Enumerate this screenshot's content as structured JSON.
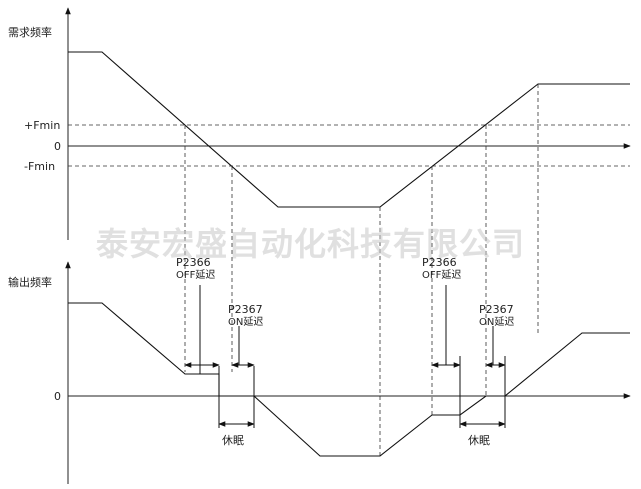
{
  "top_chart": {
    "ylabel": "需求频率",
    "levels": {
      "plus_fmin": "+Fmin",
      "zero": "0",
      "minus_fmin": "-Fmin"
    }
  },
  "bottom_chart": {
    "ylabel": "输出频率",
    "zero": "0",
    "annotations": {
      "off_delay_param": "P2366",
      "off_delay_text": "OFF延迟",
      "on_delay_param": "P2367",
      "on_delay_text": "ON延迟",
      "sleep": "休眠"
    }
  },
  "watermark": "泰安宏盛自动化科技有限公司"
}
